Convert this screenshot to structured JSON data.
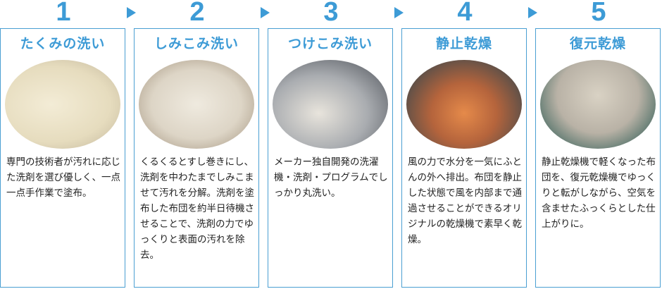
{
  "steps": [
    {
      "number": "1",
      "title": "たくみの洗い",
      "desc": "専門の技術者が汚れに応じた洗剤を選び優しく、一点一点手作業で塗布。",
      "photo": "hand-applying-detergent"
    },
    {
      "number": "2",
      "title": "しみこみ洗い",
      "desc": "くるくるとすし巻きにし、洗剤を中わたまでしみこませて汚れを分解。洗剤を塗布した布団を約半日待機させることで、洗剤の力でゆっくりと表面の汚れを除去。",
      "photo": "rolled-futons"
    },
    {
      "number": "3",
      "title": "つけこみ洗い",
      "desc": "メーカー独自開発の洗濯機・洗剤・プログラムでしっかり丸洗い。",
      "photo": "washing-machine"
    },
    {
      "number": "4",
      "title": "静止乾燥",
      "desc": "風の力で水分を一気にふとんの外へ排出。布団を静止した状態で風を内部まで通過させることができるオリジナルの乾燥機で素早く乾燥。",
      "photo": "static-dryer"
    },
    {
      "number": "5",
      "title": "復元乾燥",
      "desc": "静止乾燥機で軽くなった布団を、復元乾燥機でゆっくりと転がしながら、空気を含ませたふっくらとした仕上がりに。",
      "photo": "tumble-dryer"
    }
  ],
  "colors": {
    "accent": "#3d9bd6"
  }
}
